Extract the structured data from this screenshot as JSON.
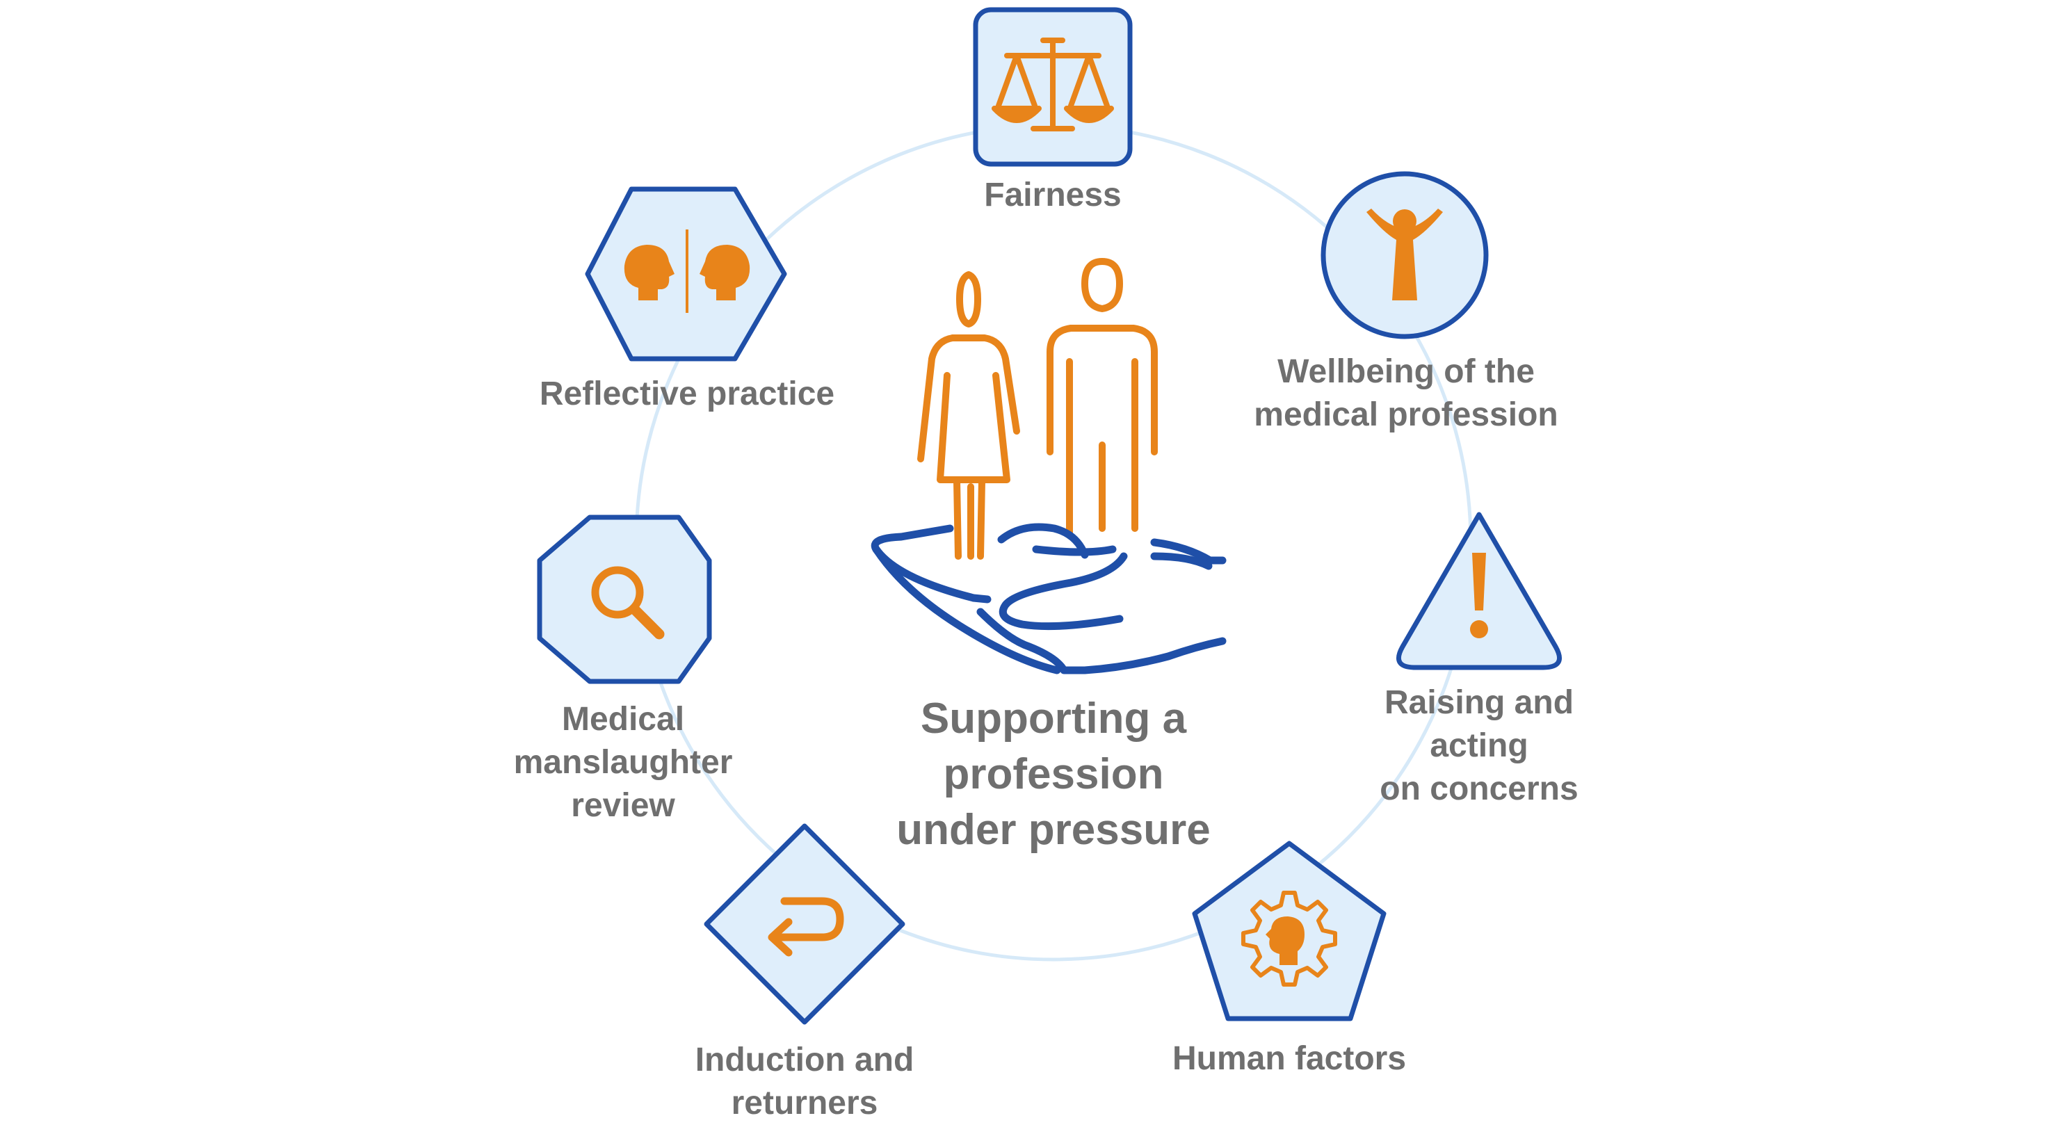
{
  "center": {
    "title_lines": [
      "Supporting a",
      "profession",
      "under pressure"
    ],
    "icon": "hand-holding-people-icon"
  },
  "nodes": [
    {
      "id": "fairness",
      "shape": "square",
      "icon": "scales-icon",
      "lines": [
        "Fairness"
      ]
    },
    {
      "id": "wellbeing",
      "shape": "circle",
      "icon": "person-arms-raised-icon",
      "lines": [
        "Wellbeing of the",
        "medical profession"
      ]
    },
    {
      "id": "raising-concerns",
      "shape": "triangle",
      "icon": "exclamation-icon",
      "lines": [
        "Raising and",
        "acting",
        "on concerns"
      ]
    },
    {
      "id": "human-factors",
      "shape": "pentagon",
      "icon": "gear-head-icon",
      "lines": [
        "Human factors"
      ]
    },
    {
      "id": "induction",
      "shape": "diamond",
      "icon": "return-arrow-icon",
      "lines": [
        "Induction and",
        "returners"
      ]
    },
    {
      "id": "manslaughter",
      "shape": "octagon",
      "icon": "magnifier-icon",
      "lines": [
        "Medical",
        "manslaughter",
        "review"
      ]
    },
    {
      "id": "reflective",
      "shape": "hexagon",
      "icon": "two-heads-icon",
      "lines": [
        "Reflective practice"
      ]
    }
  ],
  "colors": {
    "shape_stroke": "#1f4fa8",
    "shape_fill": "#dfeefb",
    "icon": "#e8841a",
    "ring": "#d6e9f8",
    "text": "#6f6f6f"
  }
}
